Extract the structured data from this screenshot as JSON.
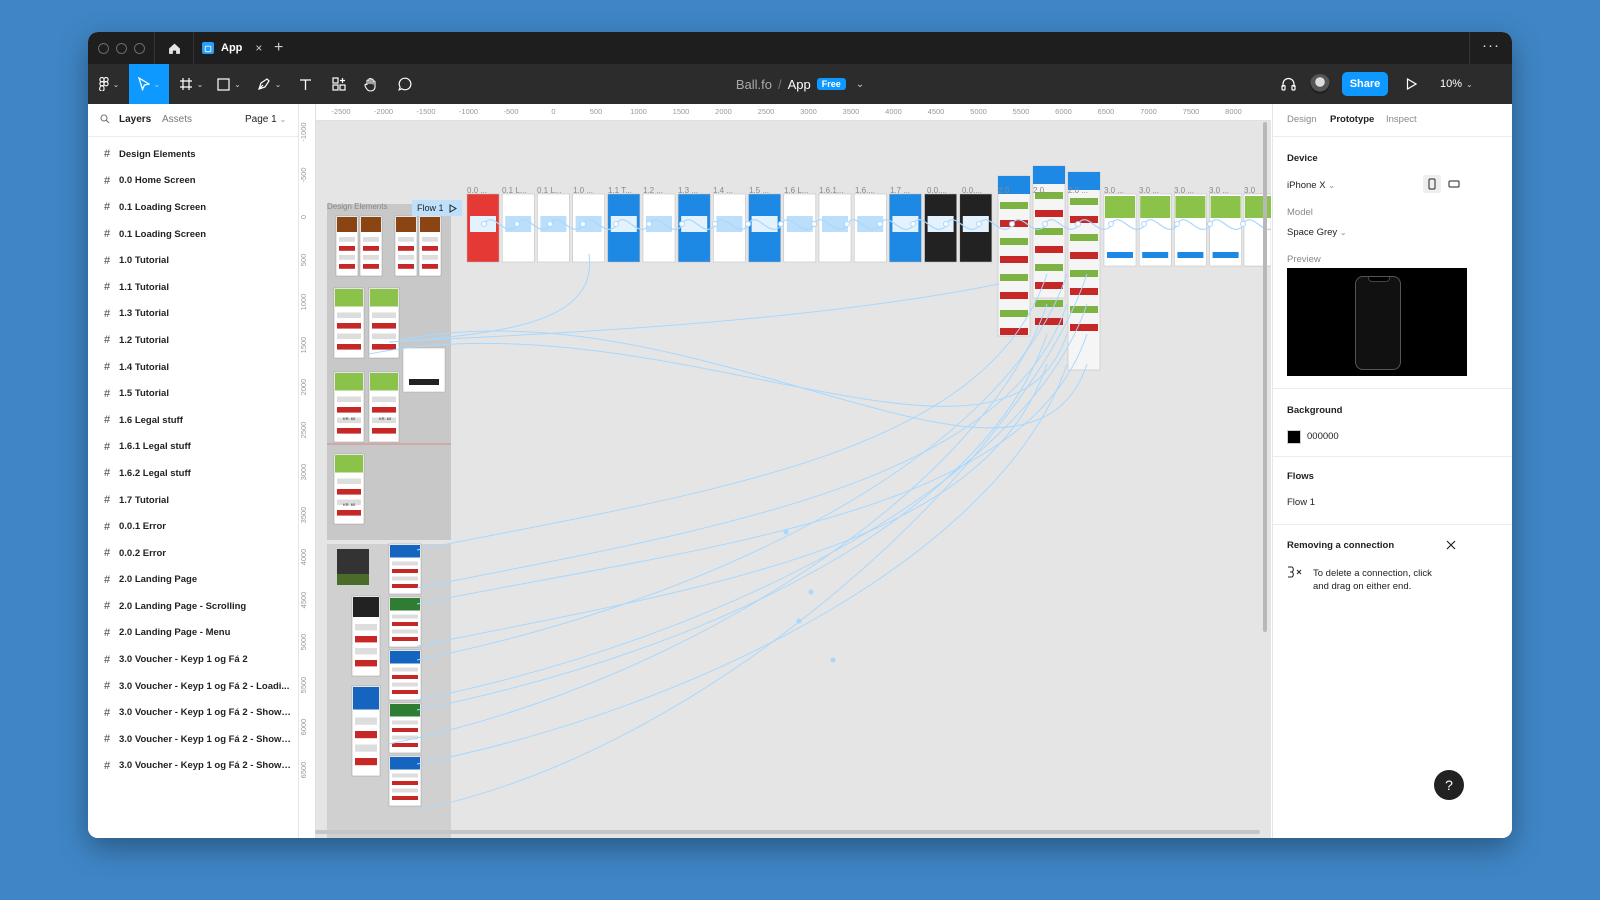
{
  "tab": {
    "title": "App",
    "close": "×",
    "add": "+",
    "more": "···"
  },
  "toolbar": {
    "project": "Ball.fo",
    "separator": "/",
    "file": "App",
    "plan_badge": "Free",
    "share": "Share",
    "zoom": "10%"
  },
  "left_panel": {
    "layers_tab": "Layers",
    "assets_tab": "Assets",
    "page": "Page 1",
    "layers": [
      "Design Elements",
      "0.0 Home Screen",
      "0.1 Loading Screen",
      "0.1 Loading Screen",
      "1.0 Tutorial",
      "1.1 Tutorial",
      "1.3 Tutorial",
      "1.2 Tutorial",
      "1.4 Tutorial",
      "1.5 Tutorial",
      "1.6 Legal stuff",
      "1.6.1 Legal stuff",
      "1.6.2 Legal stuff",
      "1.7 Tutorial",
      "0.0.1 Error",
      "0.0.2 Error",
      "2.0 Landing Page",
      "2.0 Landing Page - Scrolling",
      "2.0 Landing Page - Menu",
      "3.0 Voucher - Keyp 1 og Fá 2",
      "3.0 Voucher - Keyp 1 og Fá 2 - Loadi...",
      "3.0 Voucher - Keyp 1 og Fá 2 - Show ...",
      "3.0 Voucher - Keyp 1 og Fá 2 - Show ...",
      "3.0 Voucher - Keyp 1 og Fá 2 - Show ..."
    ]
  },
  "canvas": {
    "ruler_top": [
      "-2500",
      "-2000",
      "-1500",
      "-1000",
      "-500",
      "0",
      "500",
      "1000",
      "1500",
      "2000",
      "2500",
      "3000",
      "3500",
      "4000",
      "4500",
      "5000",
      "5500",
      "6000",
      "6500",
      "7000",
      "7500",
      "8000"
    ],
    "ruler_left": [
      "-1000",
      "-500",
      "0",
      "500",
      "1000",
      "1500",
      "2000",
      "2500",
      "3000",
      "3500",
      "4000",
      "4500",
      "5000",
      "5500",
      "6000",
      "6500"
    ],
    "design_elements_label": "Design Elements",
    "flow_label": "Flow 1",
    "frame_labels": [
      "0.0 ...",
      "0.1 L...",
      "0.1 L...",
      "1.0 ...",
      "1.1 T...",
      "1.2 ...",
      "1.3 ...",
      "1.4 ...",
      "1.5 ...",
      "1.6 L...",
      "1.6.1...",
      "1.6....",
      "1.7 ...",
      "0.0....",
      "0.0....",
      "2.0 ...",
      "2.0 ...",
      "2.0 ...",
      "3.0 ...",
      "3.0 ...",
      "3.0 ...",
      "3.0 ...",
      "3.0"
    ],
    "frame_text": [
      "KR. 60"
    ]
  },
  "right_panel": {
    "tabs": [
      "Design",
      "Prototype",
      "Inspect"
    ],
    "device_title": "Device",
    "device": "iPhone X",
    "model_label": "Model",
    "model": "Space Grey",
    "preview_label": "Preview",
    "background_title": "Background",
    "background_hex": "000000",
    "flows_title": "Flows",
    "flow_item": "Flow 1",
    "removing_title": "Removing a connection",
    "removing_text_1": "To delete a connection, click",
    "removing_text_2": "and drag on either end."
  },
  "help": "?",
  "colors": {
    "accent": "#0d99ff",
    "connector": "#a8d8ff",
    "desktop": "#3f86c6"
  }
}
